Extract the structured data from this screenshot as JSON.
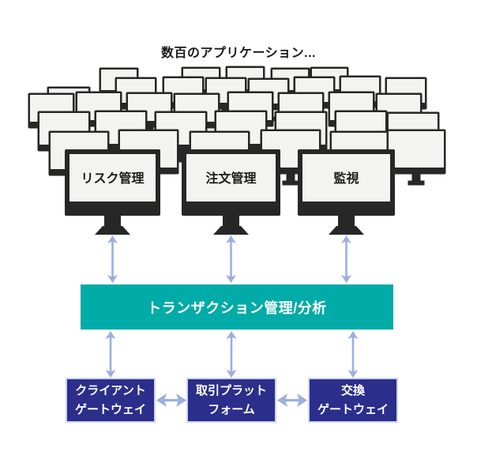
{
  "diagram": {
    "title": "数百のアプリケーション...",
    "monitors": [
      {
        "label": "リスク管理"
      },
      {
        "label": "注文管理"
      },
      {
        "label": "監視"
      }
    ],
    "middleware": {
      "label": "トランザクション管理/分析"
    },
    "gateways": [
      {
        "label_line1": "クライアント",
        "label_line2": "ゲートウェイ"
      },
      {
        "label_line1": "取引プラット",
        "label_line2": "フォーム"
      },
      {
        "label_line1": "交換",
        "label_line2": "ゲートウェイ"
      }
    ],
    "colors": {
      "teal": "#00ABA8",
      "navy": "#2B2E8B",
      "arrow": "#9DAEE0",
      "monitor_frame": "#272727",
      "monitor_screen": "#F3F3F2"
    }
  }
}
